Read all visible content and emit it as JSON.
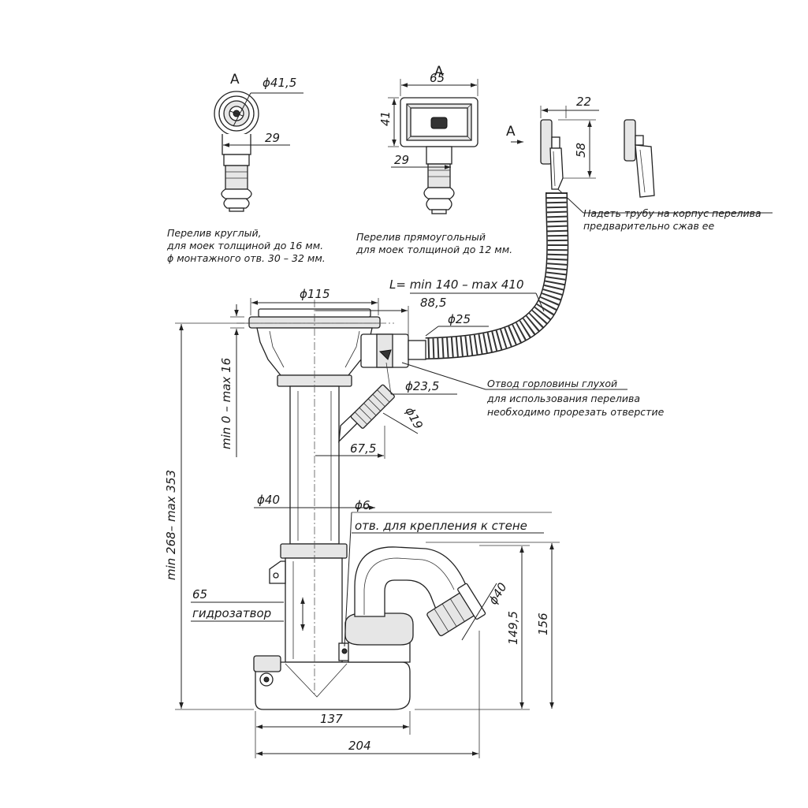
{
  "views": {
    "round_overflow": {
      "view_letter": "A",
      "d_top": "ϕ41,5",
      "d_neck": "29",
      "caption": [
        "Перелив круглый,",
        "для моек толщиной до 16 мм.",
        "ϕ монтажного отв. 30 – 32 мм."
      ]
    },
    "rect_overflow": {
      "view_letter": "A",
      "width": "65",
      "height": "41",
      "d_neck": "29",
      "caption": [
        "Перелив прямоугольный",
        "для моек толщиной до 12 мм."
      ]
    },
    "side_overflow": {
      "view_letter": "A",
      "width": "22",
      "height": "58",
      "note": [
        "Надеть трубу на корпус перелива",
        "предварительно сжав ее"
      ]
    }
  },
  "main": {
    "hose_length": "L= min 140 – max 410",
    "d_strainer": "ϕ115",
    "offset": "88,5",
    "d_hose": "ϕ25",
    "d_outlet_nipple": "ϕ23,5",
    "outlet_note": [
      "Отвод горловины глухой",
      "для использования перелива",
      "необходимо прорезать отверстие"
    ],
    "d_side_branch": "ϕ19",
    "branch_offset": "67,5",
    "sink_thickness": "min 0 – max 16",
    "total_height": "min 268– max 353",
    "d_pipe": "ϕ40",
    "d_hole": "ϕ6",
    "hole_note": "отв. для крепления к стене",
    "seal_height": "65",
    "seal_label": "гидрозатвор",
    "d_outlet": "ϕ40",
    "outlet_height": "149,5",
    "trap_height": "156",
    "trap_width": "137",
    "overall_width": "204"
  }
}
